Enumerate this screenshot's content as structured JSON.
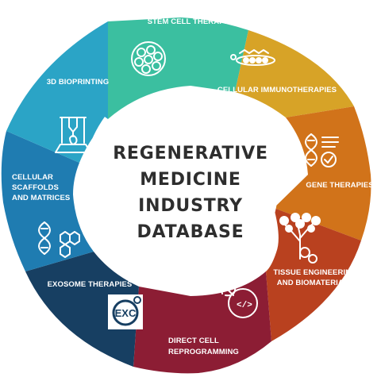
{
  "center": {
    "lines": [
      "REGENERATIVE",
      "MEDICINE",
      "INDUSTRY",
      "DATABASE"
    ]
  },
  "segments": [
    {
      "label_lines": [
        "STEM CELL THERAPIES"
      ],
      "color": "#3bbfa0",
      "icon": "stem-cell-cluster-icon"
    },
    {
      "label_lines": [
        "CELLULAR IMMUNOTHERAPIES"
      ],
      "color": "#d7a327",
      "icon": "immune-cell-attack-icon"
    },
    {
      "label_lines": [
        "GENE THERAPIES"
      ],
      "color": "#d1731a",
      "icon": "dna-checkmark-icon"
    },
    {
      "label_lines": [
        "TISSUE ENGINEERING",
        "AND BIOMATERIALS"
      ],
      "color": "#b9411f",
      "icon": "tree-gears-icon"
    },
    {
      "label_lines": [
        "DIRECT CELL",
        "REPROGRAMMING"
      ],
      "color": "#8c1d34",
      "icon": "wrench-code-icon"
    },
    {
      "label_lines": [
        "EXOSOME THERAPIES"
      ],
      "color": "#173f62",
      "icon": "exosome-exc-icon"
    },
    {
      "label_lines": [
        "CELLULAR",
        "SCAFFOLDS",
        "AND MATRICES"
      ],
      "color": "#1f7cb1",
      "icon": "dna-hexagon-icon"
    },
    {
      "label_lines": [
        "3D BIOPRINTING"
      ],
      "color": "#2ba4c6",
      "icon": "bioprinter-icon"
    }
  ]
}
